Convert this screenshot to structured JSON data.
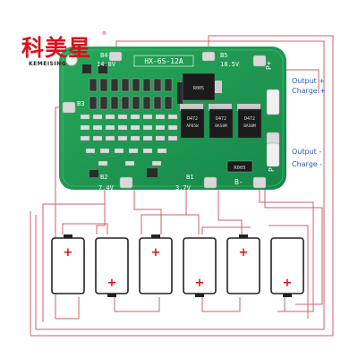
{
  "brand": {
    "name_cn": "科美星",
    "name_en": "KEMEISING",
    "registered_mark": "®"
  },
  "board": {
    "model": "HX-6S-12A",
    "color": "#1f9a4e",
    "pads": {
      "b4": "B4",
      "b4_voltage": "14.8V",
      "b5": "B5",
      "b5_voltage": "18.5V",
      "b3": "B3",
      "b2": "B2",
      "b2_voltage": "7.4V",
      "b1": "B1",
      "b1_voltage": "3.7V",
      "b_minus": "B-",
      "p_plus": "P+",
      "p_minus": "P-"
    },
    "chips": {
      "regulator": "R005",
      "mosfet_a": "D472",
      "mosfet_a_sub": "AP85W",
      "mosfet_b": "D472",
      "mosfet_b_sub": "BAS0M",
      "mosfet_c": "D472",
      "mosfet_c_sub": "BAS0M",
      "shunt": "R005"
    }
  },
  "labels": {
    "output_plus": "Output +",
    "charge_plus": "Charge +",
    "output_minus": "Output -",
    "charge_minus": "Charge -"
  },
  "batteries": {
    "count": 6,
    "plus_symbol": "+",
    "minus_symbol": "-"
  },
  "colors": {
    "wire": "#d2606a",
    "wire_light": "#e39aa0",
    "battery_plus": "#e0101b",
    "silkscreen": "#ffffff",
    "pad": "#d9d9d9"
  }
}
